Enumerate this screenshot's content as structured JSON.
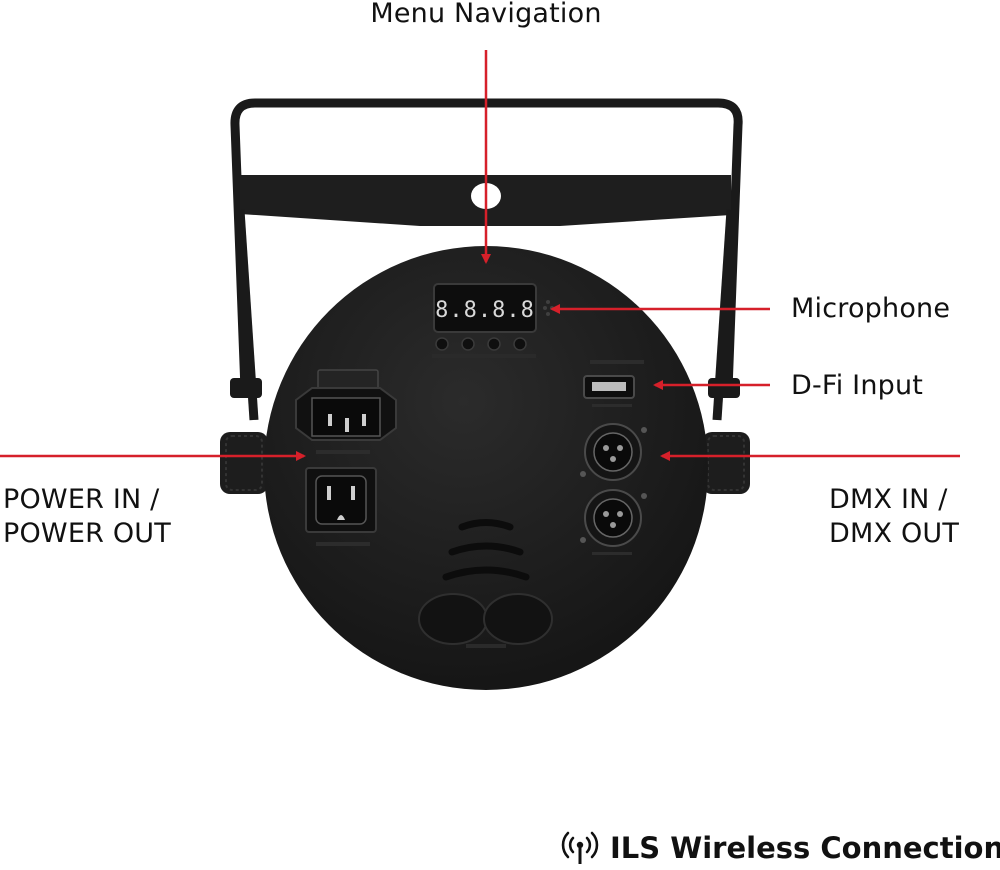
{
  "labels": {
    "menu_navigation": "Menu Navigation",
    "microphone": "Microphone",
    "dfi_input": "D-Fi Input",
    "power_line1": "POWER IN /",
    "power_line2": "POWER OUT",
    "dmx_line1": "DMX IN /",
    "dmx_line2": "DMX OUT"
  },
  "footer": {
    "icon": "wireless-signal-icon",
    "text": "ILS Wireless Connection"
  },
  "colors": {
    "callout": "#d6202a",
    "device": "#1c1c1c",
    "text": "#111111",
    "display_digits": "#d9d9d9"
  },
  "display": {
    "digits": "8.8.8.8"
  }
}
